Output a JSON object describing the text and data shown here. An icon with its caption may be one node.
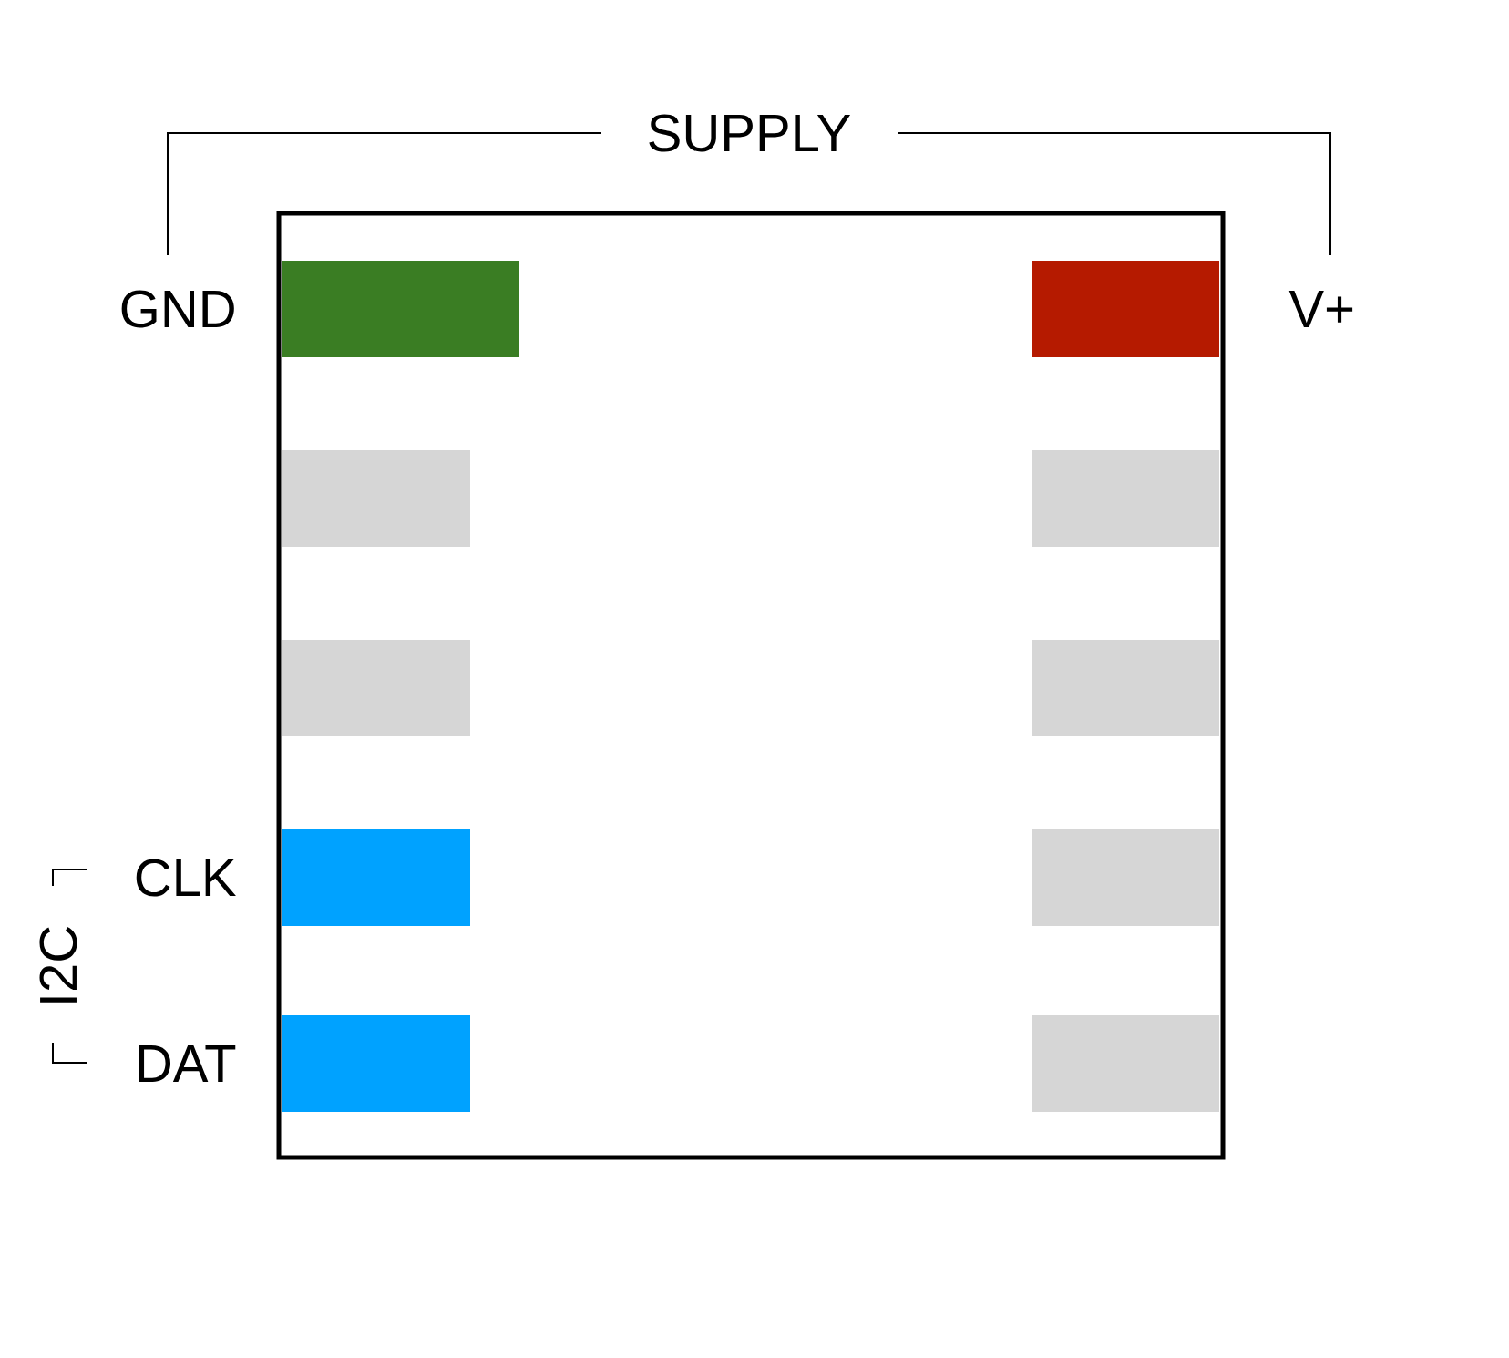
{
  "diagram": {
    "nodes": [
      {
        "text": [],
        "shape": "box"
      },
      {
        "text": [],
        "shape": "bar",
        "in": 0,
        "beside": [
          "GND"
        ]
      },
      {
        "text": [],
        "shape": "bar",
        "in": 0,
        "beside": [
          "V+"
        ]
      },
      {
        "text": [],
        "shape": "bar",
        "in": 0
      },
      {
        "text": [],
        "shape": "bar",
        "in": 0
      },
      {
        "text": [],
        "shape": "bar",
        "in": 0
      },
      {
        "text": [],
        "shape": "bar",
        "in": 0
      },
      {
        "text": [],
        "shape": "bar",
        "in": 0,
        "beside": [
          "CLK"
        ]
      },
      {
        "text": [],
        "shape": "bar",
        "in": 0
      },
      {
        "text": [],
        "shape": "bar",
        "in": 0,
        "beside": [
          "DAT"
        ]
      },
      {
        "text": [],
        "shape": "bar",
        "in": 0
      }
    ],
    "labels": [
      "SUPPLY",
      "I2C"
    ]
  }
}
